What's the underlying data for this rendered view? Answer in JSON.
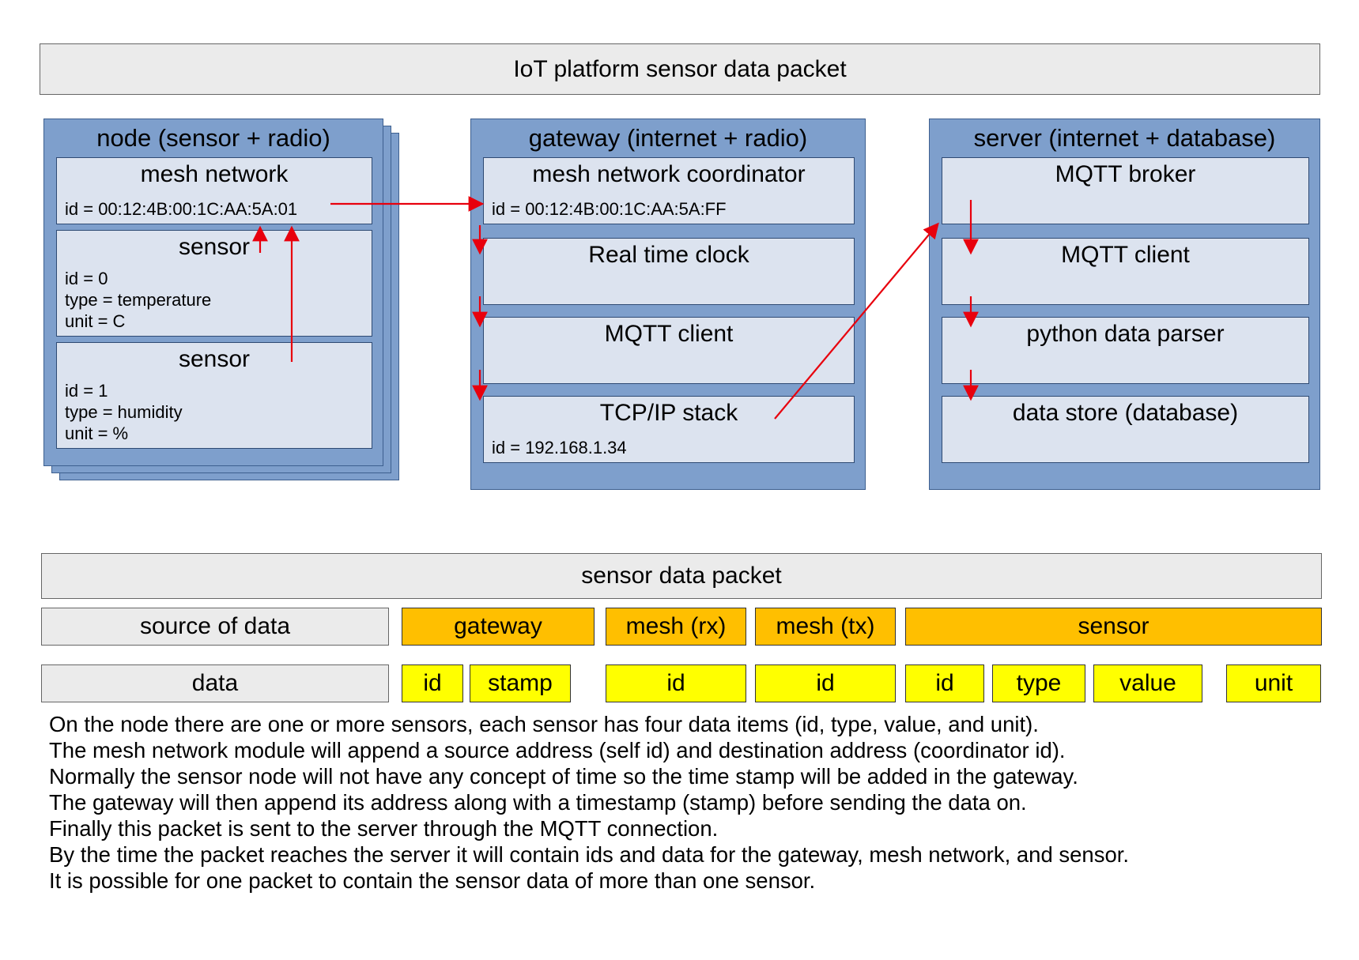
{
  "diagram": {
    "title": "IoT platform sensor data packet",
    "columns": [
      {
        "name": "node",
        "title": "node (sensor + radio)",
        "blocks": [
          {
            "label": "mesh network",
            "detail": "id = 00:12:4B:00:1C:AA:5A:01"
          },
          {
            "label": "sensor",
            "detail": "id = 0\ntype = temperature\nunit = C",
            "lines": [
              "id = 0",
              "type = temperature",
              "unit = C"
            ]
          },
          {
            "label": "sensor",
            "detail": "id = 1\ntype = humidity\nunit = %",
            "lines": [
              "id = 1",
              "type = humidity",
              "unit = %"
            ]
          }
        ]
      },
      {
        "name": "gateway",
        "title": "gateway (internet + radio)",
        "blocks": [
          {
            "label": "mesh network coordinator",
            "detail": "id = 00:12:4B:00:1C:AA:5A:FF"
          },
          {
            "label": "Real time clock",
            "detail": ""
          },
          {
            "label": "MQTT client",
            "detail": ""
          },
          {
            "label": "TCP/IP stack",
            "detail": "id = 192.168.1.34"
          }
        ]
      },
      {
        "name": "server",
        "title": "server (internet + database)",
        "blocks": [
          {
            "label": "MQTT broker",
            "detail": ""
          },
          {
            "label": "MQTT client",
            "detail": ""
          },
          {
            "label": "python data parser",
            "detail": ""
          },
          {
            "label": "data store (database)",
            "detail": ""
          }
        ]
      }
    ]
  },
  "packet": {
    "title": "sensor data packet",
    "row_source_label": "source of data",
    "row_data_label": "data",
    "sources": [
      {
        "label": "gateway"
      },
      {
        "label": "mesh (rx)"
      },
      {
        "label": "mesh (tx)"
      },
      {
        "label": "sensor"
      }
    ],
    "fields": [
      {
        "label": "id"
      },
      {
        "label": "stamp"
      },
      {
        "label": "id"
      },
      {
        "label": "id"
      },
      {
        "label": "id"
      },
      {
        "label": "type"
      },
      {
        "label": "value"
      },
      {
        "label": "unit"
      }
    ]
  },
  "description": [
    "On the node there are one or more sensors, each sensor has four data items (id, type, value, and unit).",
    "The mesh network module will append a source address (self id) and destination address (coordinator id).",
    "Normally the sensor node will not have any concept of time so the time stamp will be added in the gateway.",
    "The gateway will then append its address along with a timestamp (stamp) before sending the data on.",
    "Finally this packet is sent to the server through the MQTT connection.",
    "By the time the packet reaches the server it will contain ids and data for the gateway, mesh network, and sensor.",
    "It is possible for one packet to contain the sensor data of more than one sensor."
  ],
  "colors": {
    "header_grey": "#ebebeb",
    "box_blue": "#7e9fcc",
    "inner_blue": "#dce3ef",
    "orange": "#ffbf00",
    "yellow": "#ffff00",
    "arrow_red": "#e8000d"
  }
}
